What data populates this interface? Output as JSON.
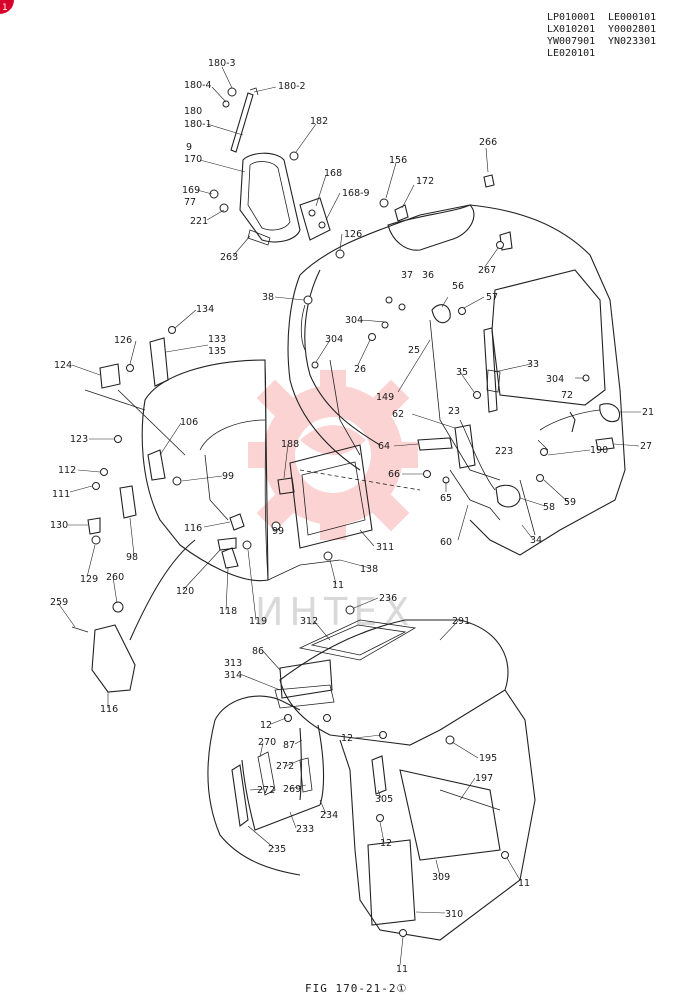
{
  "corner_badge": "1",
  "serials": {
    "row0": [
      "LP010001",
      "LE000101"
    ],
    "row1": [
      "LX010201",
      "Y0002801"
    ],
    "row2": [
      "YW007901",
      "YN023301"
    ],
    "row3": [
      "LE020101",
      ""
    ]
  },
  "watermark_text": "ИНТЕХ",
  "figure_caption": "FIG 170-21-2①",
  "callouts": {
    "c180_3": "180-3",
    "c180_4": "180-4",
    "c180_2": "180-2",
    "c180": "180",
    "c180_1": "180-1",
    "c182": "182",
    "c9": "9",
    "c170": "170",
    "c168": "168",
    "c168_9": "168-9",
    "c169": "169",
    "c77": "77",
    "c221": "221",
    "c126a": "126",
    "c263": "263",
    "c156": "156",
    "c172": "172",
    "c266": "266",
    "c267": "267",
    "c37": "37",
    "c36": "36",
    "c56": "56",
    "c57": "57",
    "c38": "38",
    "c304a": "304",
    "c25": "25",
    "c304b": "304",
    "c26": "26",
    "c33": "33",
    "c35": "35",
    "c149": "149",
    "c304c": "304",
    "c72": "72",
    "c21": "21",
    "c62": "62",
    "c23": "23",
    "c27": "27",
    "c223": "223",
    "c190": "190",
    "c64": "64",
    "c66": "66",
    "c59": "59",
    "c58": "58",
    "c65": "65",
    "c60": "60",
    "c34": "34",
    "c134": "134",
    "c126b": "126",
    "c133": "133",
    "c135": "135",
    "c124": "124",
    "c106": "106",
    "c123": "123",
    "c188": "188",
    "c112": "112",
    "c99a": "99",
    "c111": "111",
    "c130": "130",
    "c116a": "116",
    "c99b": "99",
    "c311": "311",
    "c98": "98",
    "c129": "129",
    "c260": "260",
    "c120": "120",
    "c118": "118",
    "c119": "119",
    "c11a": "11",
    "c138": "138",
    "c259": "259",
    "c116b": "116",
    "c236": "236",
    "c312": "312",
    "c291": "291",
    "c86": "86",
    "c313": "313",
    "c314": "314",
    "c12a": "12",
    "c87": "87",
    "c12b": "12",
    "c195": "195",
    "c270": "270",
    "c272a": "272",
    "c197": "197",
    "c272b": "272",
    "c269": "269",
    "c305": "305",
    "c233": "233",
    "c234": "234",
    "c12c": "12",
    "c235": "235",
    "c309": "309",
    "c11b": "11",
    "c310": "310",
    "c11c": "11"
  }
}
